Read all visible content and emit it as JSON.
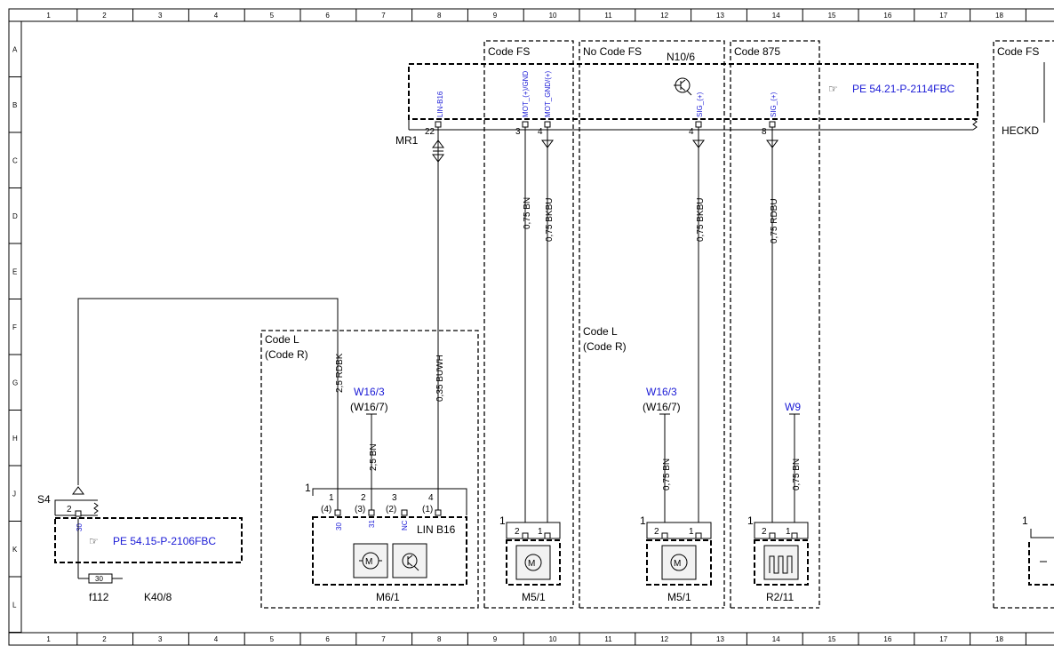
{
  "grid": {
    "columns": [
      "1",
      "2",
      "3",
      "4",
      "5",
      "6",
      "7",
      "8",
      "9",
      "10",
      "11",
      "12",
      "13",
      "14",
      "15",
      "16",
      "17",
      "18"
    ],
    "rows": [
      "A",
      "B",
      "C",
      "D",
      "E",
      "F",
      "G",
      "H",
      "J",
      "K",
      "L"
    ]
  },
  "blocks": {
    "code_fs_left": "Code FS",
    "no_code_fs": "No Code FS",
    "code_875": "Code 875",
    "code_fs_right": "Code FS",
    "n10_6": "N10/6",
    "heckd": "HECKD",
    "mr1": "MR1",
    "code_l_left": "Code L",
    "code_r_left": "(Code R)",
    "code_l_mid": "Code L",
    "code_r_mid": "(Code R)"
  },
  "references": {
    "pe_n10": "PE 54.21-P-2114FBC",
    "pe_s4": "PE 54.15-P-2106FBC"
  },
  "pins": {
    "lin_b16": "LIN-B16",
    "mot_plus_gnd": "MOT_(+)/GND",
    "mot_gnd_plus": "MOT_GND/(+)",
    "sig_plus_a": "SIG_(+)",
    "sig_plus_b": "SIG_(+)",
    "n22": "22",
    "n3": "3",
    "n4a": "4",
    "n4b": "4",
    "n8": "8"
  },
  "wires": {
    "w_rdbk": "2,5 RDBK",
    "w_buwh": "0,35 BUWH",
    "w_bn_fs": "0,75 BN",
    "w_bkbu_fs": "0,75 BKBU",
    "w_bkbu_nofs": "0,75 BKBU",
    "w_rdbu": "0,75 RDBU",
    "w_bn_m6": "2,5 BN",
    "w_bn_m5": "0,75 BN",
    "w_bn_r2": "0,75 BN"
  },
  "grounds": {
    "w16_3_a": "W16/3",
    "w16_7_a": "(W16/7)",
    "w16_3_b": "W16/3",
    "w16_7_b": "(W16/7)",
    "w9": "W9"
  },
  "components": {
    "s4": "S4",
    "s4_pin": "2",
    "s4_pin30": "30",
    "f112": "f112",
    "f112_pin": "30",
    "k40_8": "K40/8",
    "m6_1": "M6/1",
    "m6_lin": "LIN B16",
    "m6_conn": "1",
    "m6_pins": [
      "1",
      "2",
      "3",
      "4"
    ],
    "m6_alt": [
      "(4)",
      "(3)",
      "(2)",
      "(1)"
    ],
    "m6_sig": [
      "30",
      "31",
      "NC"
    ],
    "m5_1_a": "M5/1",
    "m5_1_b": "M5/1",
    "r2_11": "R2/11",
    "one": "1",
    "two": "2"
  }
}
